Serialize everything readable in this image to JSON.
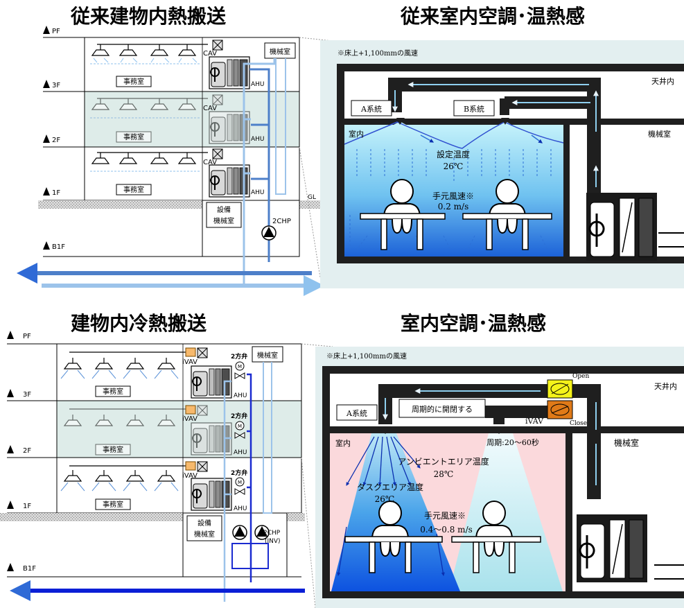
{
  "top": {
    "left_title": "従来建物内熱搬送",
    "right_title": "従来室内空調･温熱感",
    "floors": [
      "PF",
      "3F",
      "2F",
      "1F",
      "B1F"
    ],
    "office_label": "事務室",
    "machine_room": "機械室",
    "equip_room_line1": "設備",
    "equip_room_line2": "機械室",
    "cav": "CAV",
    "ahu": "AHU",
    "pump": "2CHP",
    "gl": "GL",
    "note": "※床上+1,100mmの風速",
    "ceiling": "天井内",
    "system_a": "A系統",
    "system_b": "B系統",
    "room": "室内",
    "mech_room": "機械室",
    "set_temp_label": "設定温度",
    "set_temp_value": "26℃",
    "hand_wind_label": "手元風速※",
    "hand_wind_value": "0.2 m/s"
  },
  "bottom": {
    "left_title": "建物内冷熱搬送",
    "right_title": "室内空調･温熱感",
    "floors": [
      "PF",
      "3F",
      "2F",
      "1F",
      "B1F"
    ],
    "office_label": "事務室",
    "machine_room": "機械室",
    "equip_room_line1": "設備",
    "equip_room_line2": "機械室",
    "ivav": "iVAV",
    "ahu": "AHU",
    "valve": "2方弁",
    "motor": "M",
    "pump_line1": "2CHP",
    "pump_line2": "(INV)",
    "note": "※床上+1,100mmの風速",
    "ceiling": "天井内",
    "system_a": "A系統",
    "periodic": "周期的に開閉する",
    "open": "Open",
    "close": "Close",
    "ivav_label": "iVAV",
    "period": "周期:20～60秒",
    "room": "室内",
    "mech_room": "機械室",
    "ambient_label": "アンビエントエリア温度",
    "ambient_value": "28℃",
    "task_label": "タスクエリア温度",
    "task_value": "26℃",
    "hand_wind_label": "手元風速※",
    "hand_wind_value": "0.4～0.8 m/s"
  },
  "colors": {
    "light_blue": "#9cc3ea",
    "mid_blue": "#4d7fc9",
    "deep_blue": "#0a1fd6",
    "panel_bg": "#e3eff0",
    "room_pink": "#fbd9dc",
    "duct": "#222222",
    "red_text": "#ff3030"
  }
}
